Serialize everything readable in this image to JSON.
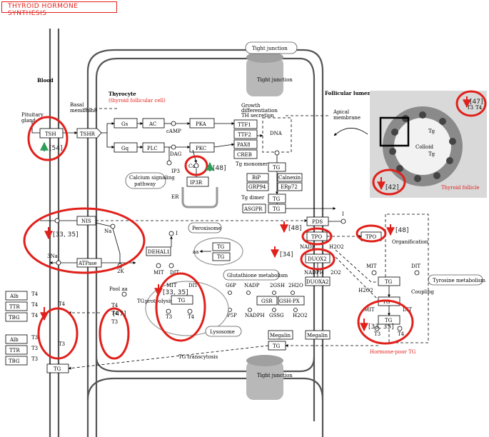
{
  "title": "THYROID HORMONE SYNTHESIS",
  "regions": {
    "blood": "Blood",
    "thyrocyte": "Thyrocyte",
    "thyrocyte_sub": "(thyroid follicular cell)",
    "follicular_lumen": "Follicular lumen",
    "apical_membrane": [
      "Apical",
      "membrane"
    ],
    "basal_membrane": [
      "Basal",
      "membrane"
    ],
    "pituitary_gland": [
      "Pituitary",
      "gland"
    ],
    "tight_junction": "Tight junction",
    "colloid": "Colloid",
    "thyroid_follicle": "Thyroid follicle",
    "er": "ER"
  },
  "nodes": {
    "tsh": "TSH",
    "tshr": "TSHR",
    "gs": "Gs",
    "gq": "Gq",
    "ac": "AC",
    "plc": "PLC",
    "camp": "cAMP",
    "dag": "DAG",
    "ip3": "IP3",
    "pka": "PKA",
    "pkc": "PKC",
    "ttf1": "TTF1",
    "ttf2": "TTF2",
    "pax8": "PAX8",
    "creb": "CREB",
    "dna": "DNA",
    "growth": [
      "Growth",
      "differentiation",
      "TH secretion"
    ],
    "tg_monomer": "Tg monomer",
    "tg": "TG",
    "bip": "BiP",
    "calnexin": "Calnexin",
    "grp94": "GRP94",
    "erp72": "ERp72",
    "tg_dimer": "Tg dimer",
    "asgpr": "ASGPR",
    "ca": "Ca",
    "ip3r": "IP3R",
    "calcium_pathway": [
      "Calcium signaling",
      "pathway"
    ],
    "nis": "NIS",
    "na": "Na",
    "na3": "3Na",
    "atpase": "ATPase",
    "k2": "2K",
    "peroxisome": "Peroxisome",
    "dehal1": "DEHAL1",
    "i_minus": "I",
    "aa": "aa",
    "pds": "PDS",
    "tpo": "TPO",
    "duox2": "DUOX2",
    "duoxa2": "DUOXA2",
    "nadp": "NADP",
    "nadph": "NADPH",
    "h2o2": "H2O2",
    "o2": "2O2",
    "organification": "Organification",
    "glutathione": "Glutathione metabolism",
    "g6p": "G6P",
    "p5p": "P5P",
    "gsh2": "2GSH",
    "gssg": "GSSG",
    "h2o2b": "2H2O",
    "gsr": "GSR",
    "gsh_px": "GSH-PX",
    "mit": "MIT",
    "dit": "DIT",
    "tyrosine": "Tyrosine metabolism",
    "coupling": "Coupling",
    "t3": "T3",
    "t4": "T4",
    "pool_aa": "Pool aa",
    "proteolysis": "proteolysis",
    "lysosome": "Lysosome",
    "megalin": "Megalin",
    "tg_transcytosis": "TG transcytosis",
    "hormone_poor": "Hormone-poor TG",
    "alb": "Alb",
    "ttr": "TTR",
    "tbg": "TBG",
    "tg_lower": "Tg"
  },
  "refs": {
    "r54": "[54]",
    "r48a": "[48]",
    "r47a": "[47]",
    "r42": "[42]",
    "r33_35a": "[33, 35]",
    "r48b": "[48]",
    "r34": "[34]",
    "r48c": "[48]",
    "r33_35b": "[33, 35]",
    "r47b": "[47]",
    "r33_35c": "[33, 35]"
  },
  "colors": {
    "highlight": "#e0201b",
    "membrane": "#555555",
    "tight_junction": "#b8b8b8",
    "up_arrow": "#2e9c5a"
  }
}
